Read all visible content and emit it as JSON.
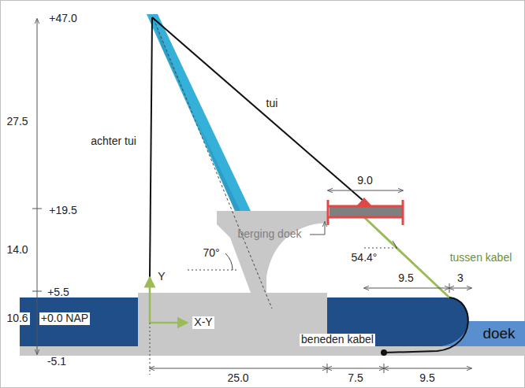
{
  "diagram": {
    "nodes": [
      {
        "text": [
          "doek"
        ]
      }
    ],
    "labels": [
      "+47.0",
      "27.5",
      "+19.5",
      "14.0",
      "+5.5",
      "10.6",
      "+0.0 NAP",
      "-5.1",
      "achter tui",
      "tui",
      "9.0",
      "berging doek",
      "70°",
      "54.4°",
      "tussen kabel",
      "9.5",
      "3",
      "Y",
      "X-Y",
      "beneden kabel",
      "25.0",
      "7.5",
      "9.5"
    ]
  }
}
